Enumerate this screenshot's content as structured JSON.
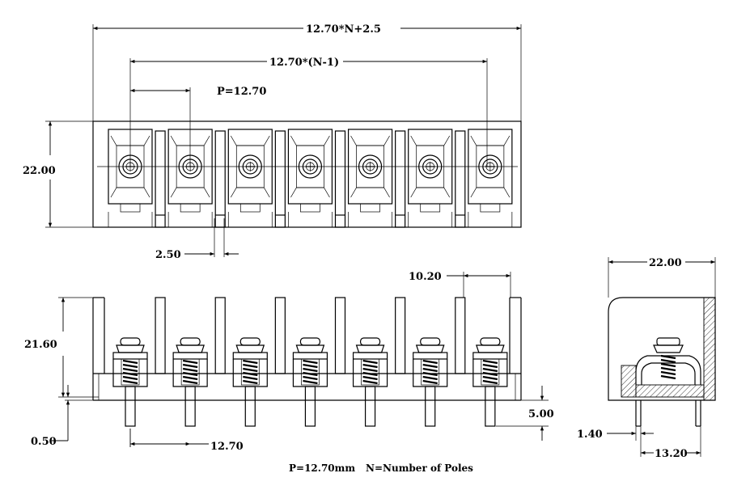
{
  "drawing": {
    "pole_count": 7,
    "dims": {
      "overall_width": "12.70*N+2.5",
      "span_width": "12.70*(N-1)",
      "pitch": "P=12.70",
      "top_height": "22.00",
      "gap": "2.50",
      "pin_spacing": "10.20",
      "front_height": "21.60",
      "pin_offset": "0.50",
      "front_pitch": "12.70",
      "pin_length": "5.00",
      "side_depth": "22.00",
      "pin_width": "1.40",
      "pin_row_spacing": "13.20"
    },
    "footnote": {
      "pitch_note": "P=12.70mm",
      "poles_note": "N=Number of Poles"
    }
  }
}
